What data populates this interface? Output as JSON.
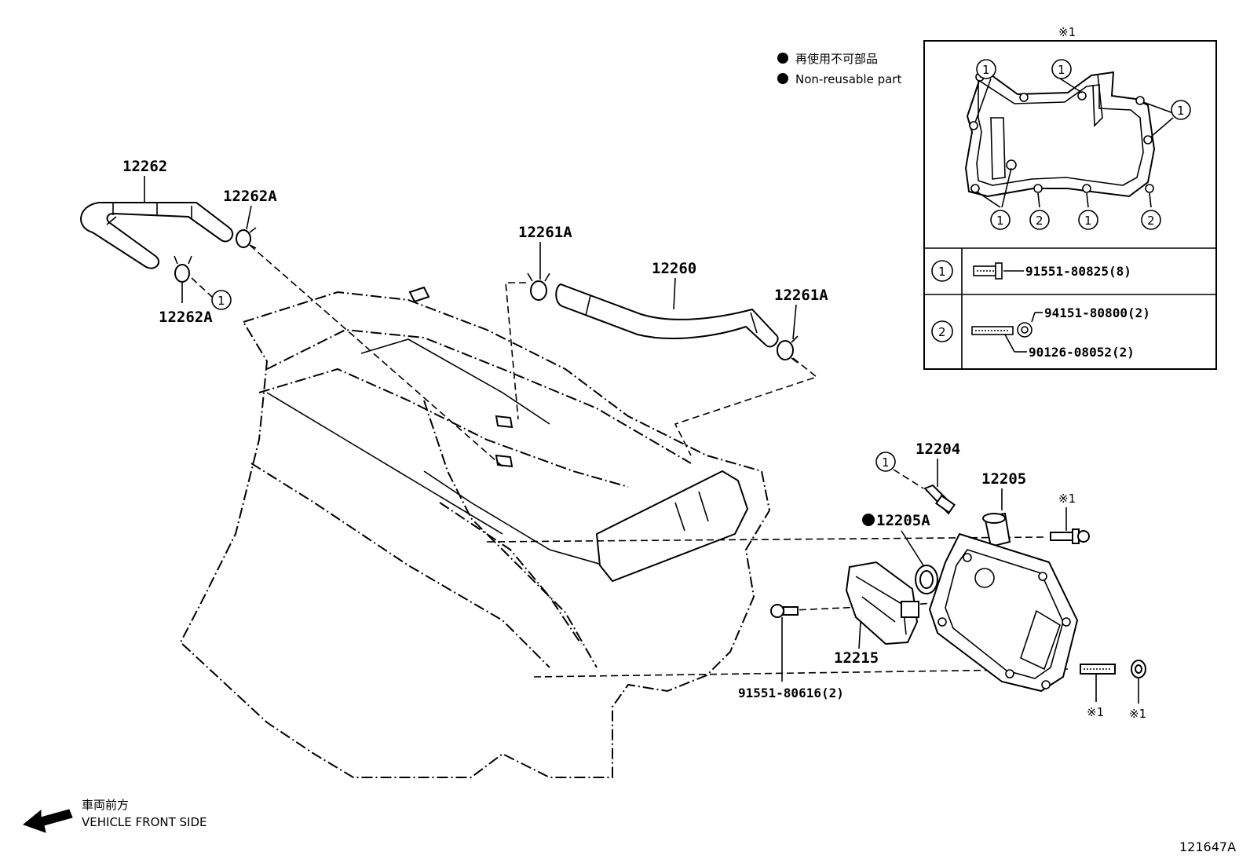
{
  "legend": {
    "line1": "再使用不可部品",
    "line2": "Non-reusable part"
  },
  "detail": {
    "ref_mark": "※1",
    "rows": [
      {
        "id": "1",
        "parts": [
          "91551-80825(8)"
        ]
      },
      {
        "id": "2",
        "parts": [
          "94151-80800(2)",
          "90126-08052(2)"
        ]
      }
    ]
  },
  "labels": {
    "p12262": "12262",
    "p12262A_top": "12262A",
    "p12262A_bottom": "12262A",
    "p12261A_left": "12261A",
    "p12261A_right": "12261A",
    "p12260": "12260",
    "p12204": "12204",
    "p12205": "12205",
    "p12205A": "12205A",
    "p12215": "12215",
    "p91551_80616": "91551-80616(2)",
    "ref_bolt_top": "※1",
    "ref_stud": "※1",
    "ref_nut": "※1"
  },
  "callouts": {
    "c1": "1",
    "c2": "2"
  },
  "front": {
    "jp": "車両前方",
    "en": "VEHICLE FRONT SIDE"
  },
  "figure_id": "121647A",
  "colors": {
    "line": "#000000",
    "background": "#ffffff"
  }
}
